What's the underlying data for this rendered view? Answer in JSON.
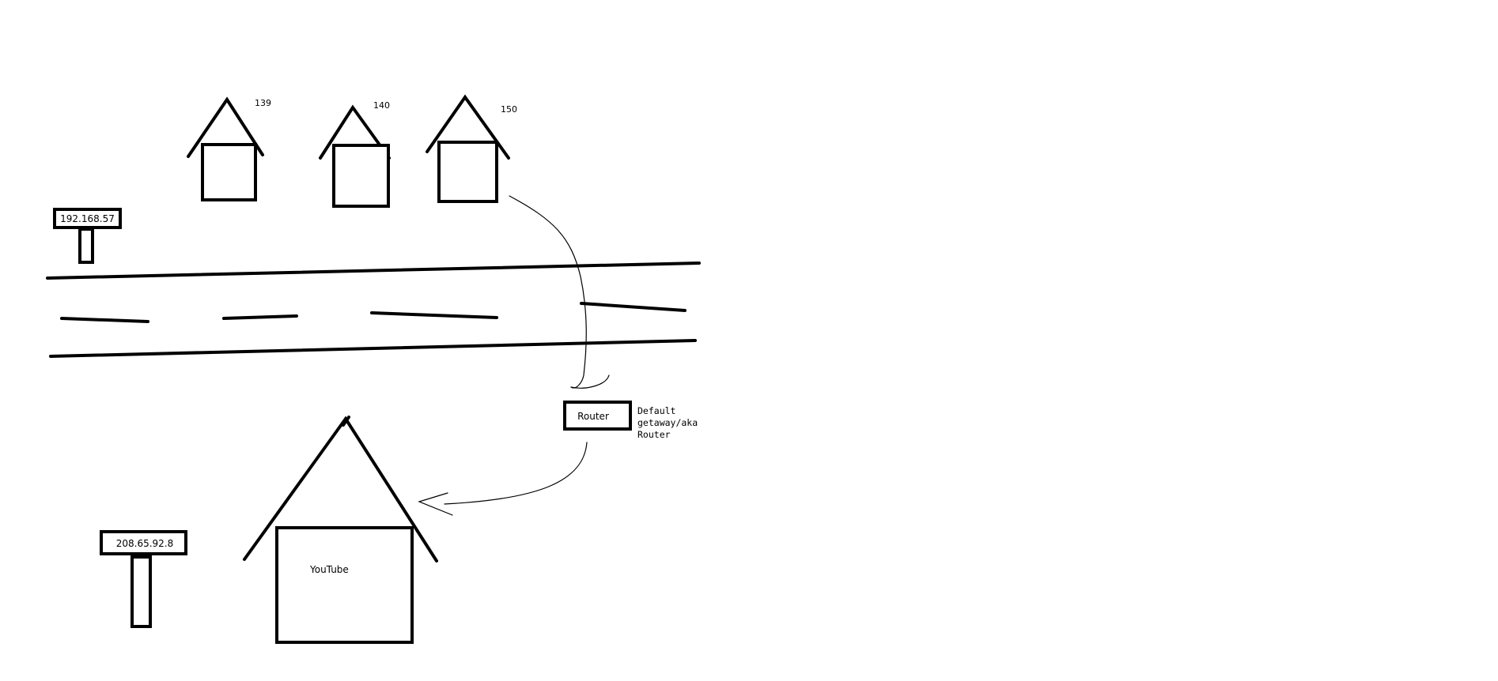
{
  "houses": [
    {
      "number": "139"
    },
    {
      "number": "140"
    },
    {
      "number": "150"
    }
  ],
  "street_sign": {
    "label": "192.168.57"
  },
  "router": {
    "label": "Router",
    "note_lines": [
      "Default",
      "getaway/aka",
      "Router"
    ]
  },
  "destination": {
    "sign_label": "208.65.92.8",
    "house_label": "YouTube"
  }
}
